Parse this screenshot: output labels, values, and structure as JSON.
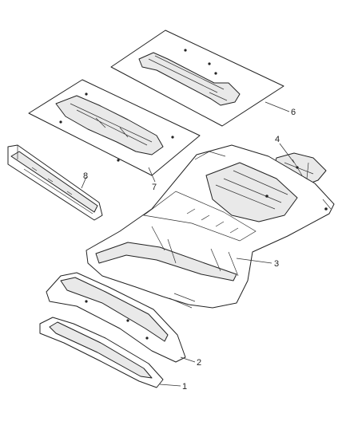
{
  "callouts": [
    {
      "id": "1",
      "text": "1"
    },
    {
      "id": "2",
      "text": "2"
    },
    {
      "id": "3",
      "text": "3"
    },
    {
      "id": "4",
      "text": "4"
    },
    {
      "id": "6",
      "text": "6"
    },
    {
      "id": "7",
      "text": "7"
    },
    {
      "id": "8",
      "text": "8"
    }
  ],
  "colors": {
    "line": "#222222",
    "panel": "#ffffff",
    "shade": "#e9e9e9"
  }
}
